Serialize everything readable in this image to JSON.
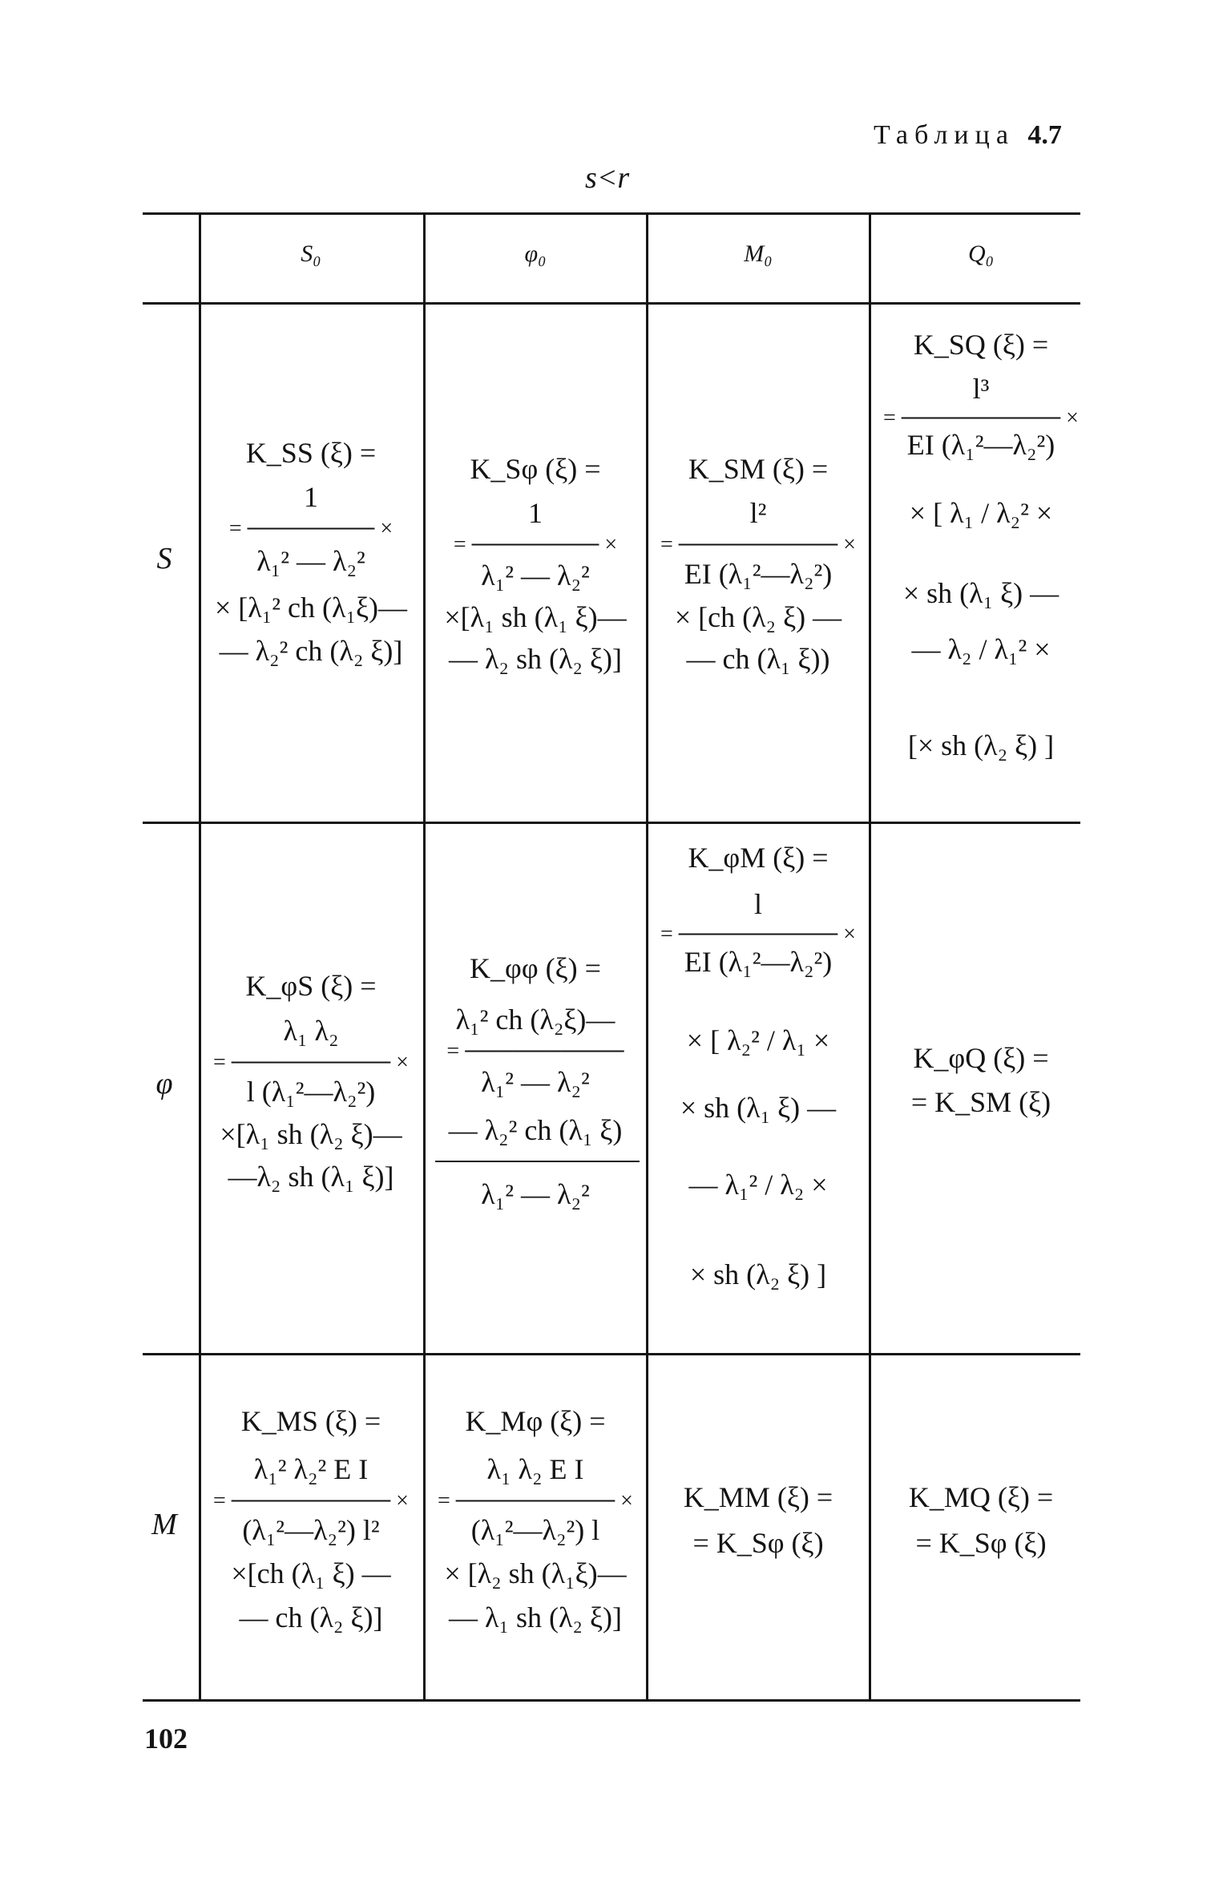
{
  "caption": {
    "word": "Таблица",
    "number": "4.7"
  },
  "condition": "s<r",
  "headers": [
    "S₀",
    "φ₀",
    "M₀",
    "Q₀"
  ],
  "row_labels": [
    "S",
    "φ",
    "M"
  ],
  "rows": [
    {
      "cells": [
        {
          "lines": [
            "K_SS (ξ) =",
            "1",
            "= ──────── ×",
            "λ₁² — λ₂²",
            "× [λ₁² ch (λ₁ξ)—",
            "— λ₂² ch (λ₂ ξ)]"
          ]
        },
        {
          "lines": [
            "K_Sφ (ξ) =",
            "1",
            "= ──────── ×",
            "λ₁² — λ₂²",
            "×[λ₁ sh (λ₁ ξ)—",
            "— λ₂ sh (λ₂ ξ)]"
          ]
        },
        {
          "lines": [
            "K_SM (ξ) =",
            "l²",
            "= ────────── ×",
            "EI (λ₁²—λ₂²)",
            "× [ch (λ₂ ξ) —",
            "— ch (λ₁ ξ))"
          ]
        },
        {
          "lines": [
            "K_SQ (ξ) =",
            "l³",
            "= ────────── ×",
            "EI (λ₁²—λ₂²)",
            "× [ λ₁ / λ₂² ×",
            "× sh (λ₁ ξ) —",
            "— λ₂ / λ₁² ×",
            "[× sh (λ₂ ξ) ]"
          ]
        }
      ]
    },
    {
      "cells": [
        {
          "lines": [
            "K_φS (ξ) =",
            "λ₁ λ₂",
            "= ────────── ×",
            "l (λ₁²—λ₂²)",
            "×[λ₁ sh (λ₂ ξ)—",
            "—λ₂ sh (λ₁ ξ)]"
          ]
        },
        {
          "lines": [
            "K_φφ (ξ) =",
            "λ₁² ch (λ₂ξ)—",
            "= ──────────",
            "λ₁² — λ₂²",
            "— λ₂² ch (λ₁ ξ)",
            "λ₁² — λ₂²"
          ]
        },
        {
          "lines": [
            "K_φM (ξ) =",
            "l",
            "= ────────── ×",
            "EI (λ₁²—λ₂²)",
            "× [ λ₂² / λ₁ ×",
            "× sh (λ₁ ξ) —",
            "— λ₁² / λ₂ ×",
            "× sh (λ₂ ξ) ]"
          ]
        },
        {
          "lines": [
            "K_φQ (ξ) =",
            "= K_SM (ξ)"
          ]
        }
      ]
    },
    {
      "cells": [
        {
          "lines": [
            "K_MS (ξ) =",
            "λ₁² λ₂² E I",
            "= ────────── ×",
            "(λ₁²—λ₂²) l²",
            "×[ch (λ₁ ξ) —",
            "— ch (λ₂ ξ)]"
          ]
        },
        {
          "lines": [
            "K_Mφ (ξ) =",
            "λ₁ λ₂ E I",
            "= ────────── ×",
            "(λ₁²—λ₂²) l",
            "× [λ₂ sh (λ₁ξ)—",
            "— λ₁ sh (λ₂ ξ)]"
          ]
        },
        {
          "lines": [
            "K_MM (ξ) =",
            "= K_Sφ (ξ)"
          ]
        },
        {
          "lines": [
            "K_MQ (ξ) =",
            "= K_Sφ (ξ)"
          ]
        }
      ]
    }
  ],
  "page_number": "102"
}
